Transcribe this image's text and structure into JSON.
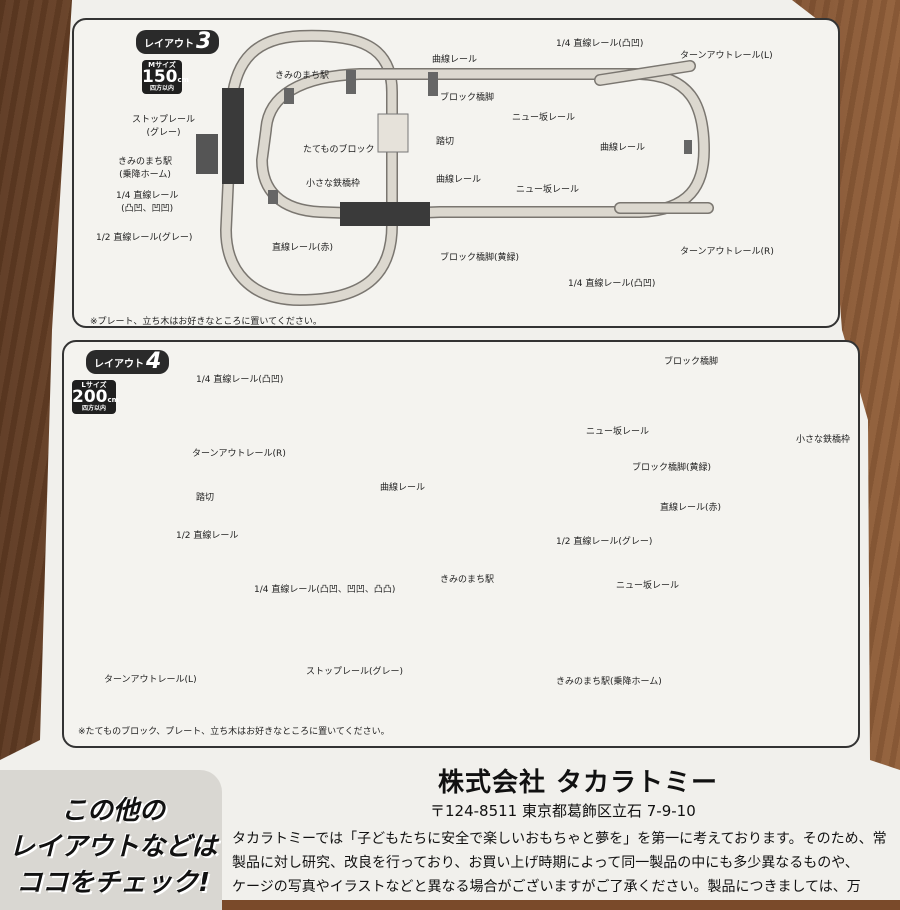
{
  "layout3": {
    "tag_prefix": "レイアウト",
    "number": "3",
    "size_badge": {
      "top": "Mサイズ",
      "value": "150",
      "unit": "cm",
      "bottom": "四方以内"
    },
    "labels": {
      "curve_top": "曲線レール",
      "quarter_straight_top": "1/4 直線レール(凸凹)",
      "turnout_l": "ターンアウトレール(L)",
      "kiminomachi_track": "きみのまち駅",
      "stop_rail": "ストップレール\n(グレー)",
      "block_pier_top": "ブロック橋脚",
      "new_slope_top": "ニュー坂レール",
      "curve_right": "曲線レール",
      "building_block": "たてものブロック",
      "crossing": "踏切",
      "station_platform": "きみのまち駅\n(乗降ホーム)",
      "small_bridge": "小さな鉄橋枠",
      "curve_mid": "曲線レール",
      "new_slope_mid": "ニュー坂レール",
      "quarter_straight_left": "1/4 直線レール\n(凸凹、凹凹)",
      "half_straight_gray": "1/2 直線レール(グレー)",
      "straight_red": "直線レール(赤)",
      "block_pier_yellow": "ブロック橋脚(黄緑)",
      "turnout_r": "ターンアウトレール(R)",
      "quarter_straight_bottom": "1/4 直線レール(凸凹)"
    },
    "note": "※プレート、立ち木はお好きなところに置いてください。"
  },
  "layout4": {
    "tag_prefix": "レイアウト",
    "number": "4",
    "size_badge": {
      "top": "Lサイズ",
      "value": "200",
      "unit": "cm",
      "bottom": "四方以内"
    },
    "labels": {
      "quarter_straight_top": "1/4 直線レール(凸凹)",
      "block_pier": "ブロック橋脚",
      "turnout_r": "ターンアウトレール(R)",
      "new_slope_top": "ニュー坂レール",
      "small_bridge": "小さな鉄橋枠",
      "block_pier_yellow": "ブロック橋脚(黄緑)",
      "crossing": "踏切",
      "curve": "曲線レール",
      "straight_red": "直線レール(赤)",
      "half_straight": "1/2 直線レール",
      "half_straight_gray": "1/2 直線レール(グレー)",
      "station": "きみのまち駅",
      "quarter_straight_multi": "1/4 直線レール(凸凹、凹凹、凸凸)",
      "new_slope_bottom": "ニュー坂レール",
      "stop_rail": "ストップレール(グレー)",
      "turnout_l": "ターンアウトレール(L)",
      "station_platform": "きみのまち駅(乗降ホーム)"
    },
    "note": "※たてものブロック、プレート、立ち木はお好きなところに置いてください。"
  },
  "company": {
    "name": "株式会社 タカラトミー",
    "address": "〒124-8511 東京都葛飾区立石 7-9-10",
    "body": [
      "タカラトミーでは「子どもたちに安全で楽しいおもちゃと夢を」を第一に考えております。そのため、常",
      "製品に対し研究、改良を行っており、お買い上げ時期によって同一製品の中にも多少異なるものや、",
      "ケージの写真やイラストなどと異なる場合がございますがご了承ください。製品につきましては、万"
    ]
  },
  "promo": {
    "lines": [
      "この他の",
      "レイアウトなどは",
      "ココをチェック!"
    ]
  },
  "colors": {
    "rail_fill": "#dcd8cf",
    "rail_stroke": "#7a7670",
    "dark_part": "#3a3a3a",
    "paper": "#f1f0ec"
  }
}
